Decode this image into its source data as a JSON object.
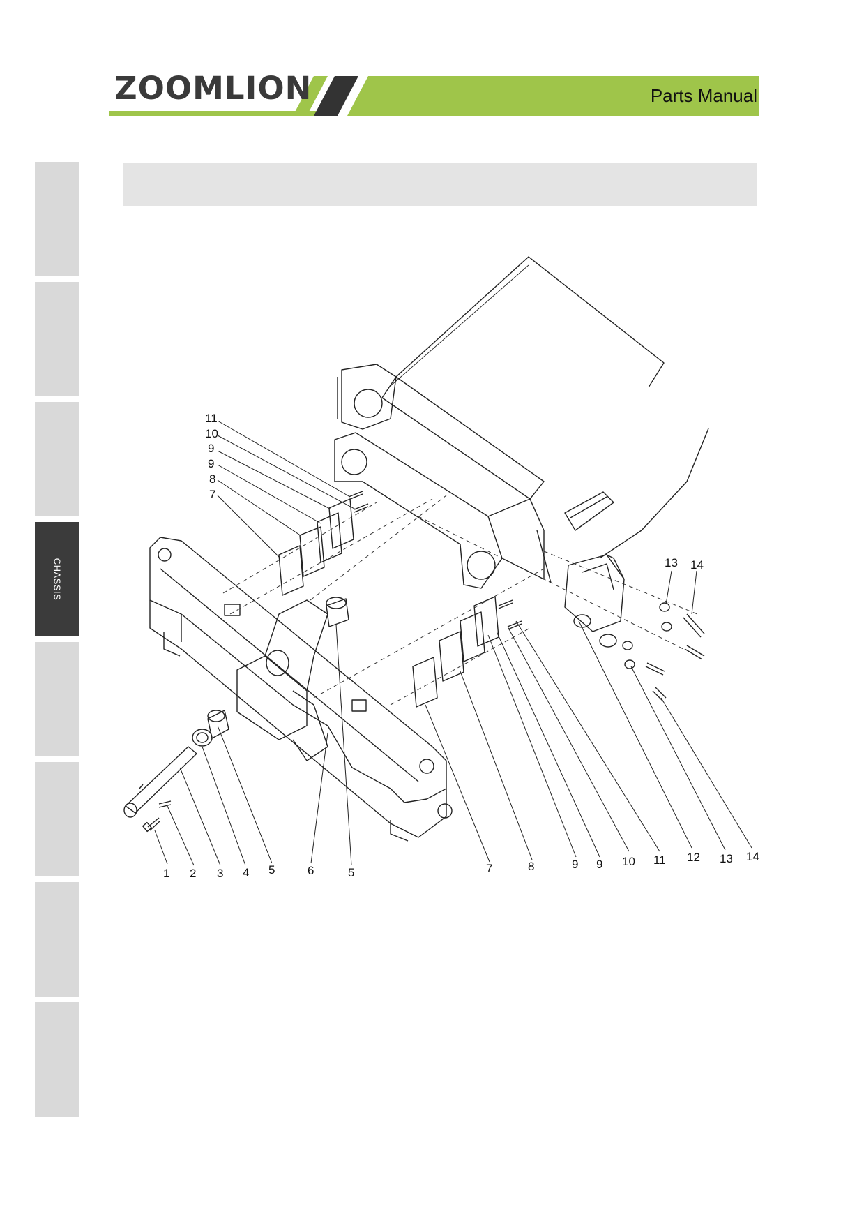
{
  "header": {
    "logo_text": "ZOOMLION",
    "title": "Parts Manual",
    "colors": {
      "accent_green": "#9fc54a",
      "logo_dark": "#3a3a3a"
    }
  },
  "sidebar": {
    "tabs": [
      {
        "label": "",
        "active": false
      },
      {
        "label": "",
        "active": false
      },
      {
        "label": "",
        "active": false
      },
      {
        "label": "CHASSIS",
        "active": true
      },
      {
        "label": "",
        "active": false
      },
      {
        "label": "",
        "active": false
      },
      {
        "label": "",
        "active": false
      },
      {
        "label": "",
        "active": false
      }
    ]
  },
  "diagram": {
    "callouts_left": [
      "11",
      "10",
      "9",
      "9",
      "8",
      "7"
    ],
    "callouts_right_top": [
      "13",
      "14"
    ],
    "callouts_bottom": [
      "1",
      "2",
      "3",
      "4",
      "5",
      "6",
      "5",
      "7",
      "8",
      "9",
      "9",
      "10",
      "11",
      "12",
      "13",
      "14"
    ]
  }
}
